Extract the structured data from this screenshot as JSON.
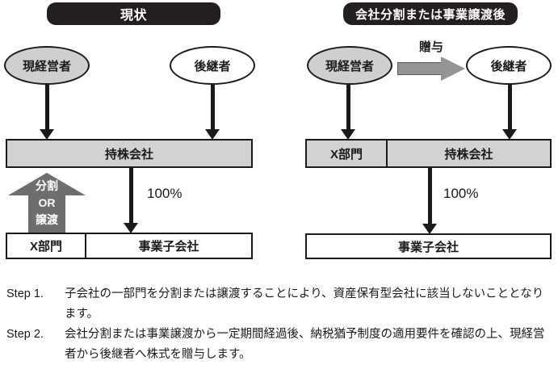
{
  "panels": {
    "left": {
      "header": "現状",
      "persons": [
        {
          "name": "現経営者",
          "shaded": true
        },
        {
          "name": "後継者",
          "shaded": false
        }
      ],
      "holding_box": "持株会社",
      "bottom_row": [
        "X部門",
        "事業子会社"
      ],
      "ownership_label": "100%",
      "gray_arrow_lines": [
        "分割",
        "OR",
        "譲渡"
      ]
    },
    "right": {
      "header": "会社分割または事業譲渡後",
      "persons": [
        {
          "name": "現経営者",
          "shaded": true
        },
        {
          "name": "後継者",
          "shaded": false
        }
      ],
      "gift_arrow_label": "贈与",
      "top_row": [
        "X部門",
        "持株会社"
      ],
      "subsidiary_box": "事業子会社",
      "ownership_label": "100%"
    }
  },
  "steps": [
    {
      "label": "Step 1.",
      "text": "子会社の一部門を分割または譲渡することにより、資産保有型会社に該当しないこととなります。"
    },
    {
      "label": "Step 2.",
      "text": "会社分割または事業譲渡から一定期間経過後、納税猶予制度の適用要件を確認の上、現経営者から後継者へ株式を贈与します。"
    }
  ],
  "colors": {
    "header_pill": "#231f20",
    "box_fill_gray": "#d2d2d2",
    "ellipse_fill_gray": "#cfcfcf",
    "arrow_gray_dark": "#6e6e6e",
    "arrow_gray_light": "#949494",
    "stroke": "#1a1a1a"
  }
}
